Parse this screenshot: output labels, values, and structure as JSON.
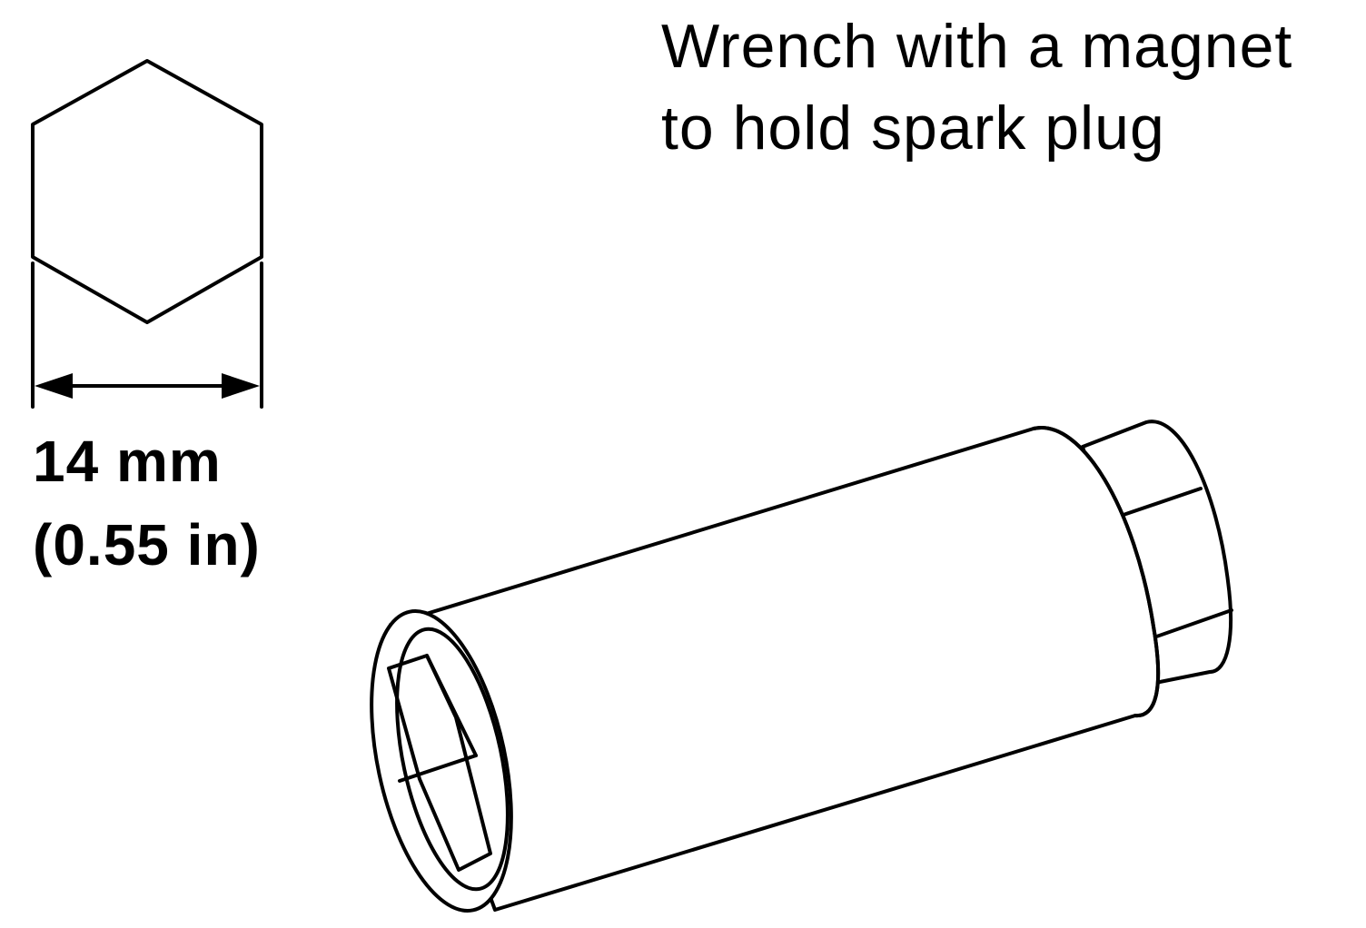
{
  "caption": {
    "line1": "Wrench with a magnet",
    "line2": "to hold spark plug"
  },
  "dimension": {
    "metric": "14 mm",
    "imperial": "(0.55 in)"
  },
  "colors": {
    "ink": "#000000",
    "paper": "#ffffff"
  }
}
